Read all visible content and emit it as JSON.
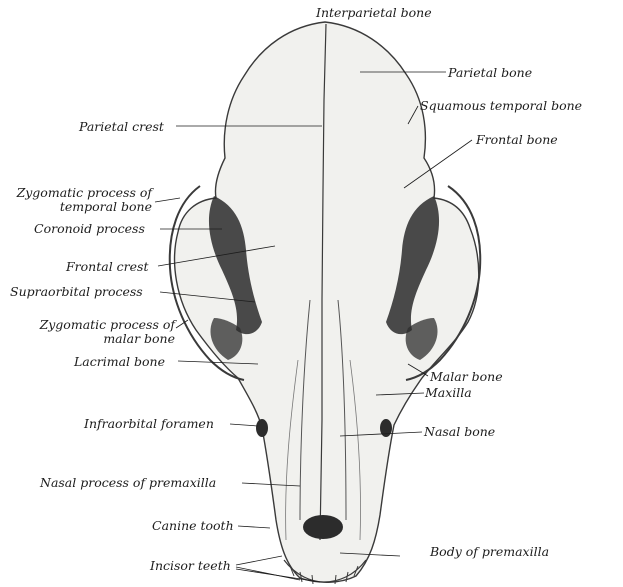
{
  "labels": {
    "interparietal_bone": "Interparietal bone",
    "parietal_bone": "Parietal bone",
    "squamous_temporal_bone": "Squamous temporal bone",
    "parietal_crest": "Parietal crest",
    "frontal_bone": "Frontal bone",
    "zygomatic_process_temporal_1": "Zygomatic process of",
    "zygomatic_process_temporal_2": "temporal bone",
    "coronoid_process": "Coronoid process",
    "frontal_crest": "Frontal crest",
    "supraorbital_process": "Supraorbital process",
    "zygomatic_process_malar_1": "Zygomatic process of",
    "zygomatic_process_malar_2": "malar bone",
    "lacrimal_bone": "Lacrimal bone",
    "malar_bone": "Malar bone",
    "maxilla": "Maxilla",
    "infraorbital_foramen": "Infraorbital foramen",
    "nasal_bone": "Nasal bone",
    "nasal_process_premaxilla": "Nasal process of premaxilla",
    "canine_tooth": "Canine tooth",
    "body_of_premaxilla": "Body of premaxilla",
    "incisor_teeth": "Incisor teeth"
  },
  "colors": {
    "bone": "#f1f1ee",
    "outline": "#3a3a3a",
    "shadow": "#2c2c2c",
    "label": "#1c1c1c"
  }
}
